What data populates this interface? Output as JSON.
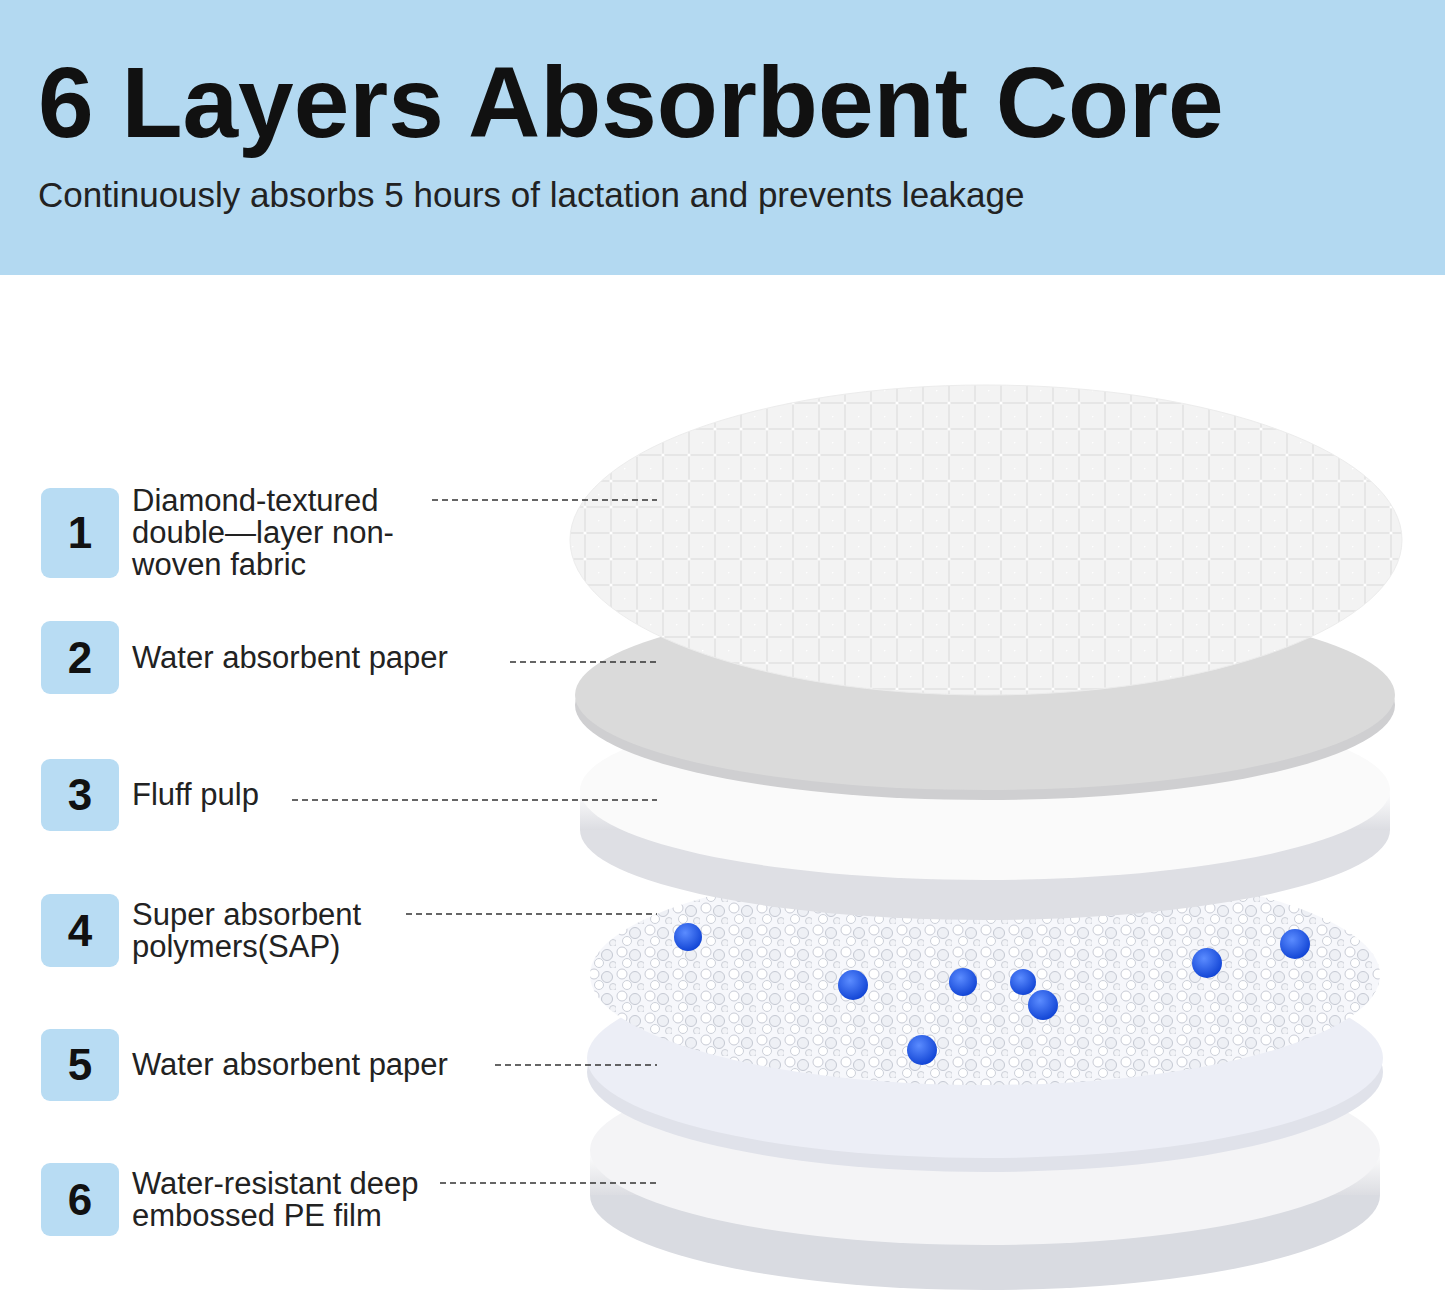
{
  "diagram": {
    "title": "6 Layers Absorbent Core",
    "caption": "Continuously absorbs 5 hours of lactation and prevents leakage",
    "nodes": [
      {
        "text": [
          "1",
          "Diamond-textured double—layer non-woven fabric"
        ]
      },
      {
        "text": [
          "2",
          "Water absorbent paper"
        ]
      },
      {
        "text": [
          "3",
          "Fluff pulp"
        ]
      },
      {
        "text": [
          "4",
          "Super absorbent polymers(SAP)"
        ]
      },
      {
        "text": [
          "5",
          "Water absorbent paper"
        ]
      },
      {
        "text": [
          "6",
          "Water-resistant deep embossed PE film"
        ]
      }
    ]
  }
}
